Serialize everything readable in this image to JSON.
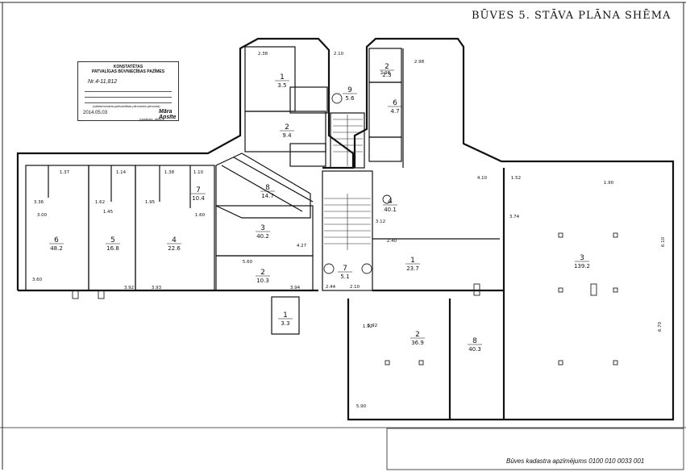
{
  "title": "BŪVES   5. STĀVA  PLĀNA  SHĒMA",
  "cadastral": "Būves kadastra apzīmējums  0100  010  0033  001",
  "stamp": {
    "heading": "KONSTATĒTAS",
    "subheading": "PATVALĪGAS BŪVNIECĪBAS PAZĪMES",
    "number": "Nr.4-11,812",
    "caption": "(valsts/novada pašvaldības pilnvarota persona)",
    "date": "2014.05.03",
    "signer": "Māra Apsīte",
    "signer_caption": "(paraksts, atšifr.)"
  },
  "rooms": [
    {
      "num": "6",
      "area": "48.2"
    },
    {
      "num": "5",
      "area": "16.8"
    },
    {
      "num": "4",
      "area": "22.6"
    },
    {
      "num": "1",
      "area": "3.5"
    },
    {
      "num": "2",
      "area": "9.4"
    },
    {
      "num": "9",
      "area": "5.6"
    },
    {
      "num": "7",
      "area": "10.4"
    },
    {
      "num": "8",
      "area": "14.7"
    },
    {
      "num": "3",
      "area": "40.2"
    },
    {
      "num": "2",
      "area": "10.3"
    },
    {
      "num": "1",
      "area": "3.3"
    },
    {
      "num": "7",
      "area": "5.1"
    },
    {
      "num": "4",
      "area": "40.1"
    },
    {
      "num": "1",
      "area": "23.7"
    },
    {
      "num": "3",
      "area": "139.2"
    },
    {
      "num": "2",
      "area": "36.9"
    },
    {
      "num": "8",
      "area": "40.3"
    },
    {
      "num": "2",
      "area": "2.3"
    },
    {
      "num": "6",
      "area": "4.7"
    }
  ],
  "dims": [
    "2.38",
    "2.10",
    "2.98",
    "1.37",
    "1.14",
    "1.38",
    "1.10",
    "3.36",
    "1.62",
    "1.95",
    "3.00",
    "1.45",
    "1.60",
    "3.60",
    "6.70",
    "3.93",
    "3.92",
    "3.94",
    "5.60",
    "4.27",
    "3.12",
    "2.40",
    "2.44",
    "2.10",
    "5.90",
    "5.92",
    "1.92",
    "4.10",
    "1.90",
    "1.52",
    "3.74",
    "6.10",
    "2.98"
  ]
}
